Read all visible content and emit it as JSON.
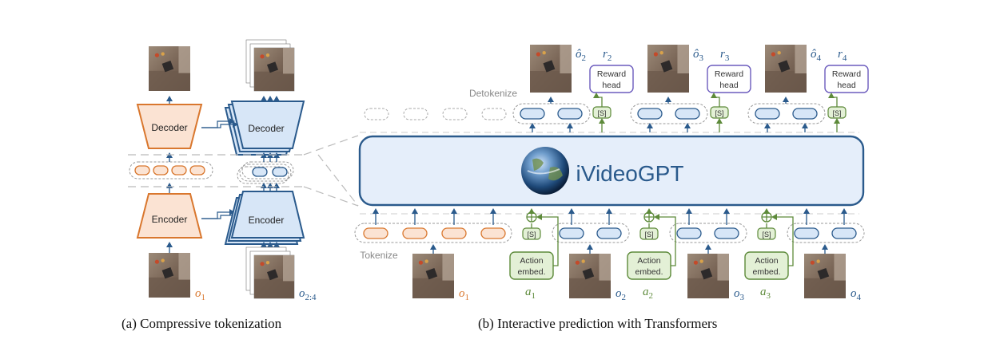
{
  "colors": {
    "orange": "#d9772e",
    "orange_fill": "#fbe3d3",
    "blue": "#2a5a8c",
    "blue_fill": "#d7e6f7",
    "green": "#5d8a3a",
    "green_fill": "#e3f0d6",
    "purple": "#6b5bbd",
    "dash": "#9a9a9a"
  },
  "panel_a": {
    "decoder_label": "Decoder",
    "encoder_label": "Encoder",
    "input_o1_label": "o",
    "input_o1_sub": "1",
    "input_o24_label": "o",
    "input_o24_sub": "2:4",
    "caption": "(a) Compressive tokenization"
  },
  "panel_b": {
    "model_name": "iVideoGPT",
    "detokenize_label": "Detokenize",
    "tokenize_label": "Tokenize",
    "special_token": "[S]",
    "reward_head_line1": "Reward",
    "reward_head_line2": "head",
    "action_embed_line1": "Action",
    "action_embed_line2": "embed.",
    "outputs": [
      {
        "obs": "ô",
        "obs_sub": "2",
        "reward": "r",
        "reward_sub": "2"
      },
      {
        "obs": "ô",
        "obs_sub": "3",
        "reward": "r",
        "reward_sub": "3"
      },
      {
        "obs": "ô",
        "obs_sub": "4",
        "reward": "r",
        "reward_sub": "4"
      }
    ],
    "inputs": [
      {
        "label": "o",
        "sub": "1"
      },
      {
        "label": "o",
        "sub": "2"
      },
      {
        "label": "o",
        "sub": "3"
      },
      {
        "label": "o",
        "sub": "4"
      }
    ],
    "actions": [
      {
        "label": "a",
        "sub": "1"
      },
      {
        "label": "a",
        "sub": "2"
      },
      {
        "label": "a",
        "sub": "3"
      }
    ],
    "caption": "(b) Interactive prediction with Transformers"
  }
}
